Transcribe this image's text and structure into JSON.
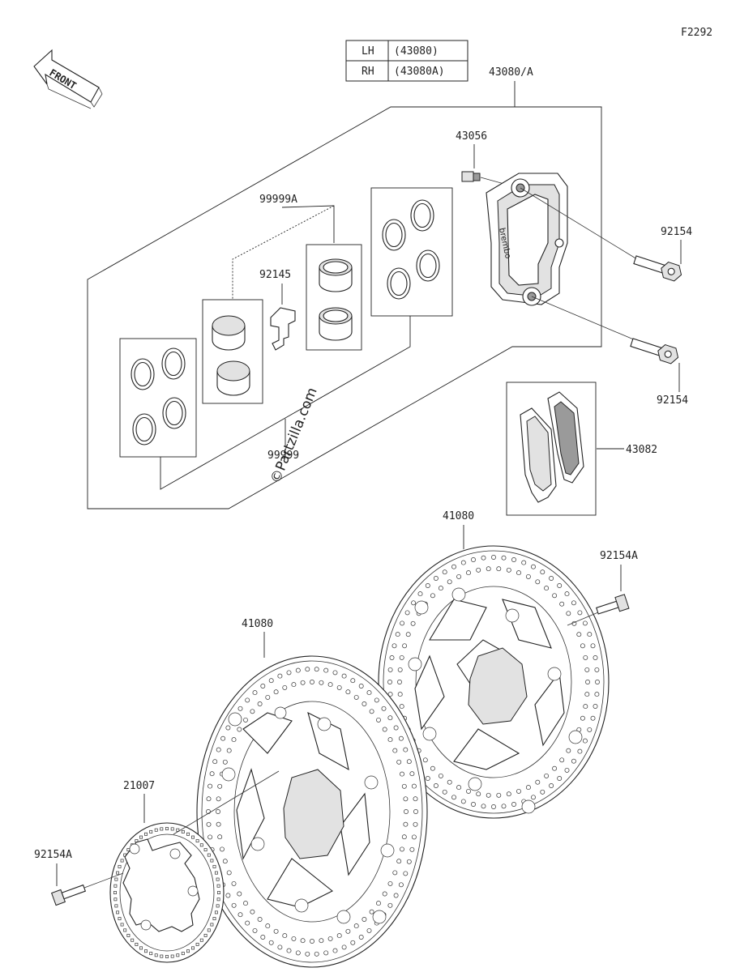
{
  "figure_code": "F2292",
  "front_label": "FRONT",
  "watermark": "©Partzilla.com",
  "variant_table": [
    {
      "side": "LH",
      "part": "(43080)"
    },
    {
      "side": "RH",
      "part": "(43080A)"
    }
  ],
  "callouts": {
    "caliper_assy": "43080/A",
    "bleeder_valve": "43056",
    "caliper_bolt_upper": "92154",
    "caliper_bolt_lower": "92154",
    "pad_spring": "92145",
    "piston_set": "99999A",
    "seal_kit": "99999",
    "brake_pads": "43082",
    "disc_right": "41080",
    "disc_left": "41080",
    "disc_bolt_right": "92154A",
    "abs_rotor": "21007",
    "rotor_bolt": "92154A"
  }
}
